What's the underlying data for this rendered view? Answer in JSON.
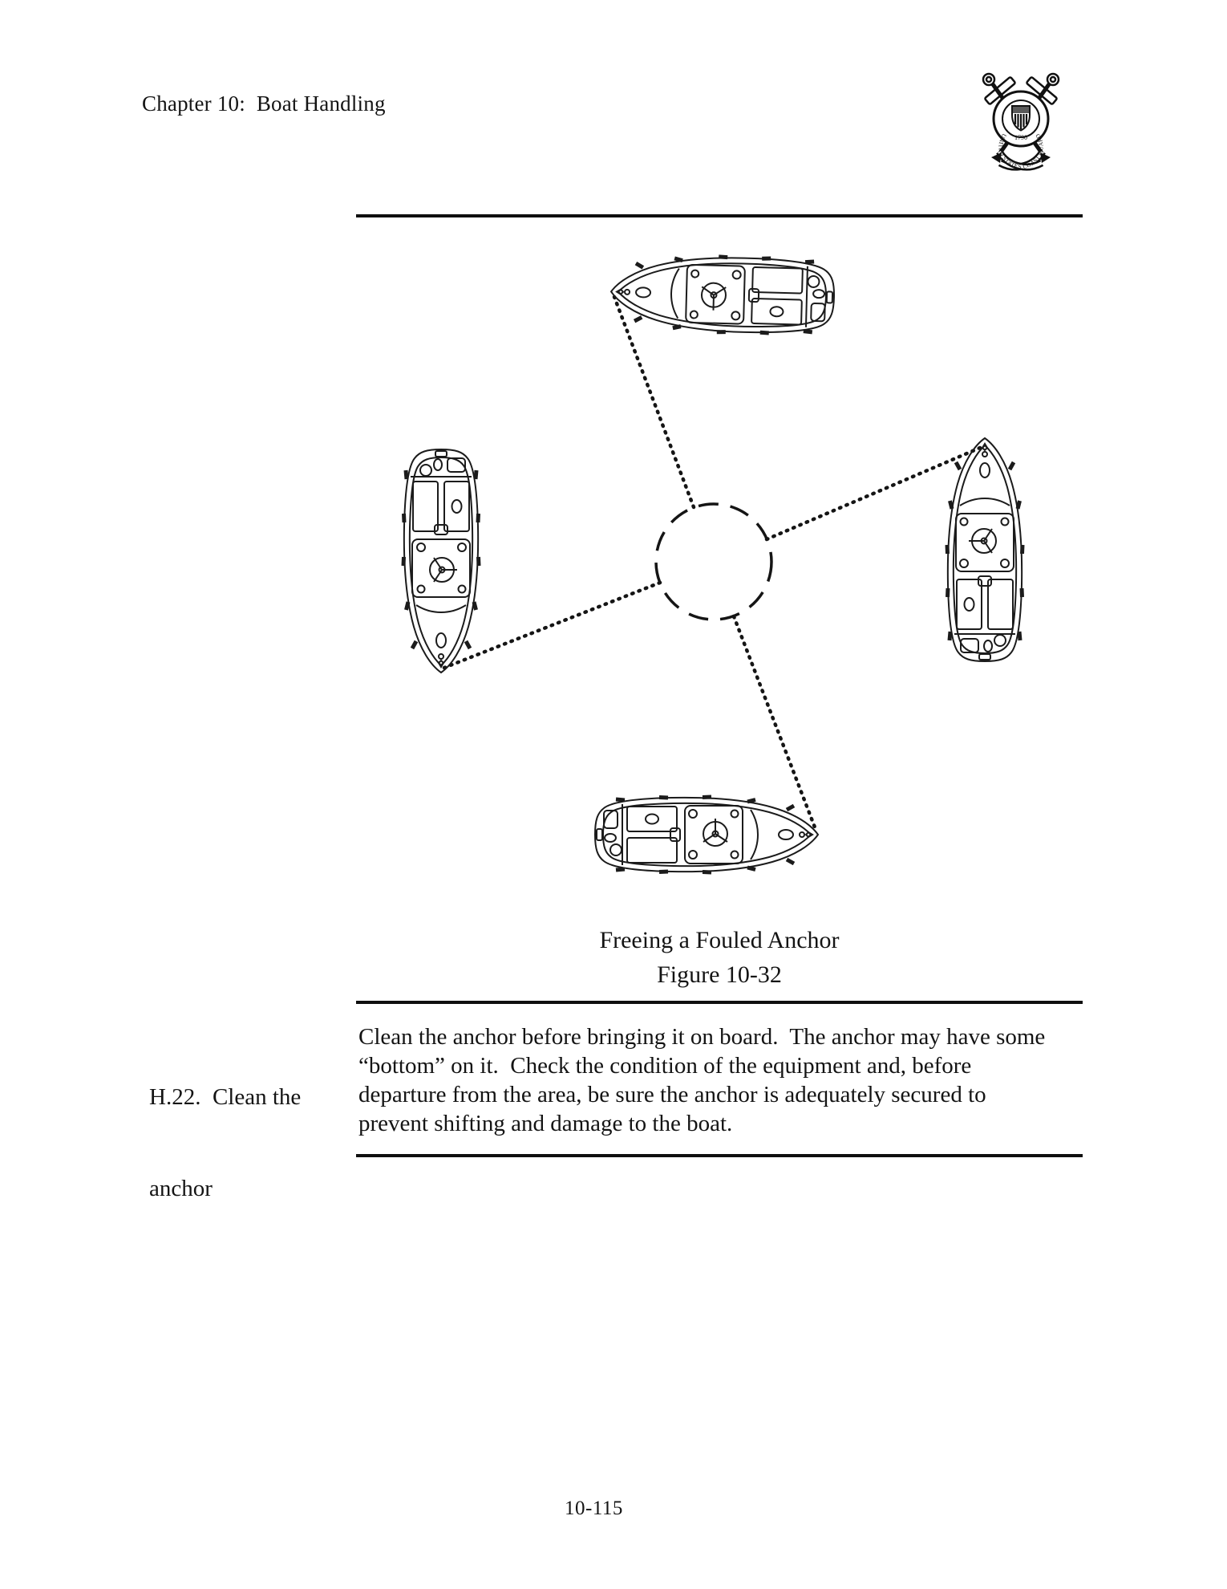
{
  "header": {
    "chapter_title": "Chapter 10:  Boat Handling"
  },
  "emblem": {
    "ring_text": "UNITED STATES COAST GUARD",
    "year": "1790"
  },
  "figure": {
    "caption_title": "Freeing a Fouled Anchor",
    "caption_number": "Figure 10-32"
  },
  "section": {
    "heading_line1": "H.22.  Clean the",
    "heading_line2": "anchor",
    "body_lines": [
      "Clean the anchor before bringing it on board.  The anchor may have some",
      "“bottom” on it.  Check the condition of the equipment and, before",
      "departure from the area, be sure the anchor is adequately secured to",
      "prevent shifting and damage to the boat."
    ]
  },
  "footer": {
    "page_number": "10-115"
  }
}
